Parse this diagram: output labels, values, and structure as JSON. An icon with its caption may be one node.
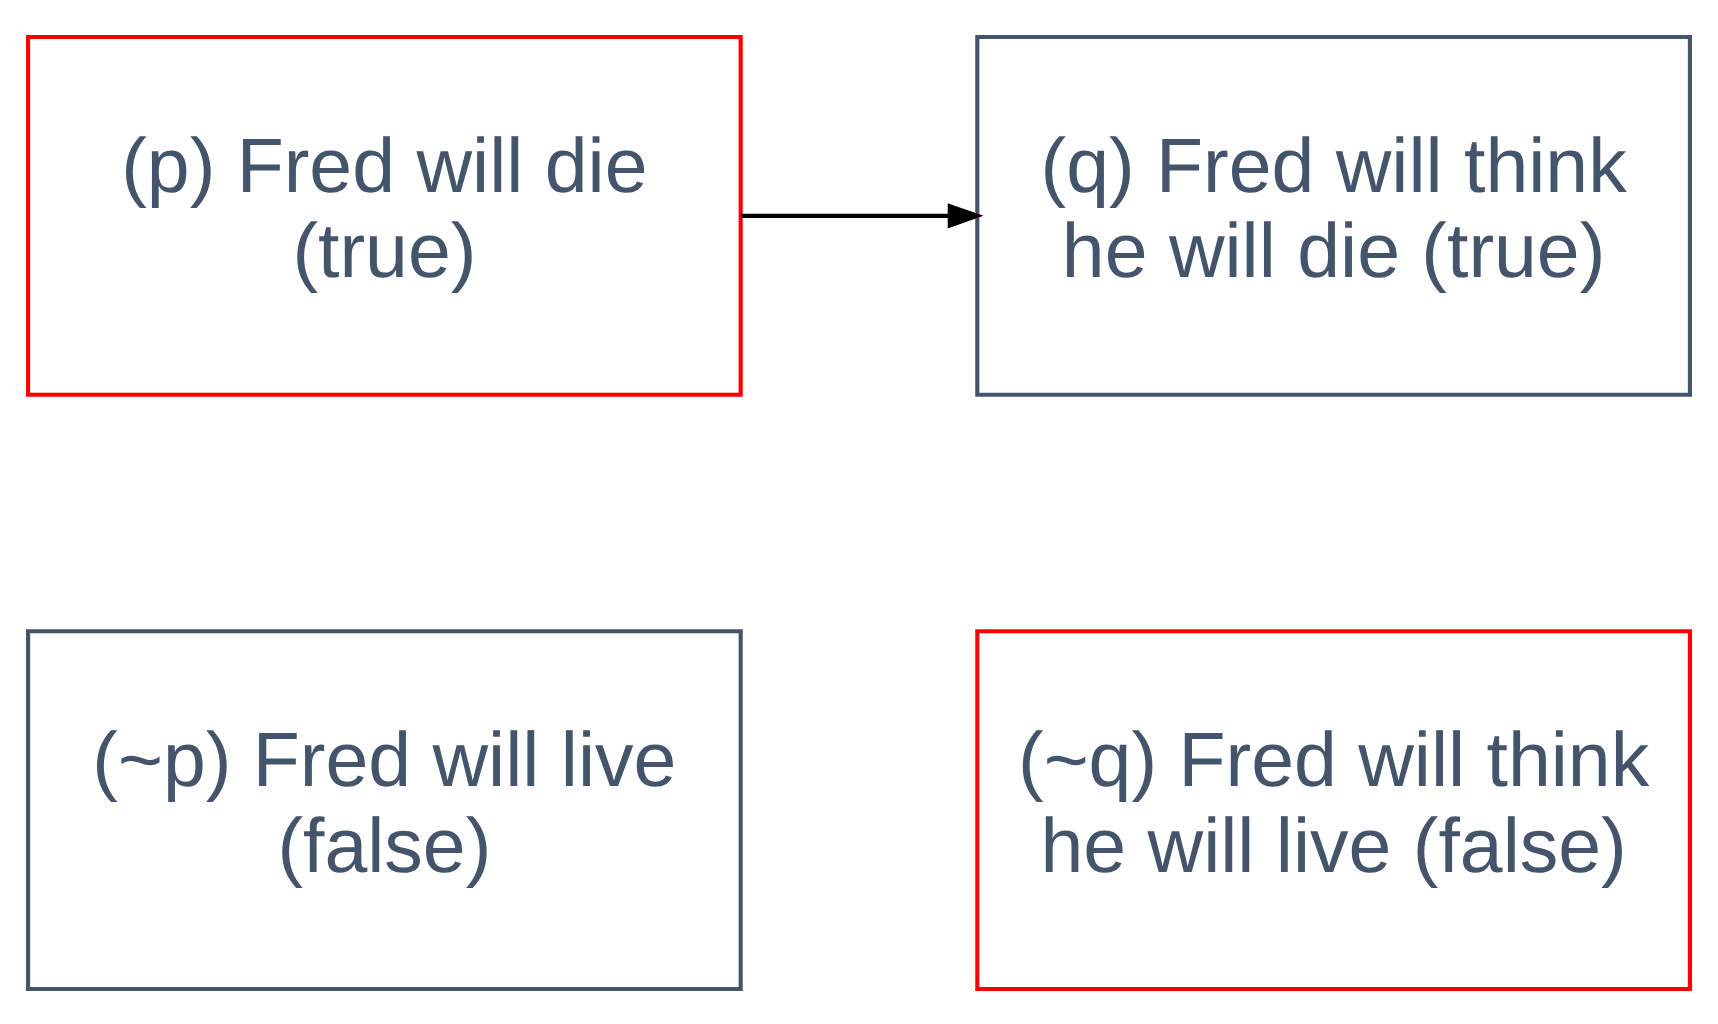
{
  "diagram": {
    "nodes": [
      {
        "text": [
          "(p) Fred will die (true)"
        ]
      },
      {
        "text": [
          "(q) Fred will think he will die (true)"
        ]
      },
      {
        "text": [
          "(~p) Fred will live (false)"
        ]
      },
      {
        "text": [
          "(~q) Fred will think he will live (false)"
        ]
      }
    ],
    "edges": [
      {
        "from": 0,
        "to": 1,
        "arrow": "to"
      }
    ]
  }
}
